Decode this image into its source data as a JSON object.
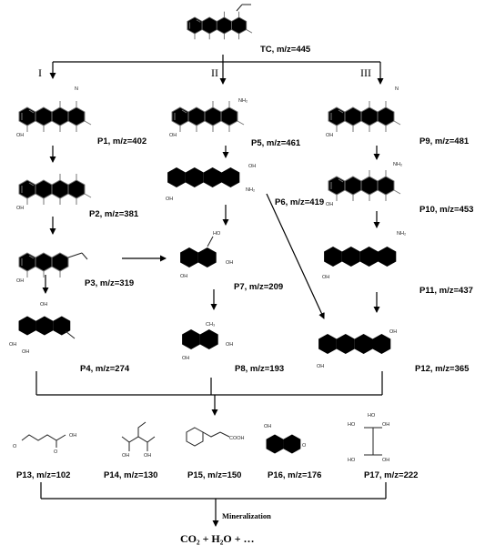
{
  "pathways": [
    "I",
    "II",
    "III"
  ],
  "compounds": {
    "TC": "TC, m/z=445",
    "P1": "P1, m/z=402",
    "P2": "P2, m/z=381",
    "P3": "P3, m/z=319",
    "P4": "P4, m/z=274",
    "P5": "P5, m/z=461",
    "P6": "P6, m/z=419",
    "P7": "P7, m/z=209",
    "P8": "P8, m/z=193",
    "P9": "P9, m/z=481",
    "P10": "P10, m/z=453",
    "P11": "P11, m/z=437",
    "P12": "P12, m/z=365",
    "P13": "P13, m/z=102",
    "P14": "P14, m/z=130",
    "P15": "P15, m/z=150",
    "P16": "P16, m/z=176",
    "P17": "P17, m/z=222"
  },
  "mineralization_label": "Mineralization",
  "final_products": "CO₂ + H₂O + …"
}
